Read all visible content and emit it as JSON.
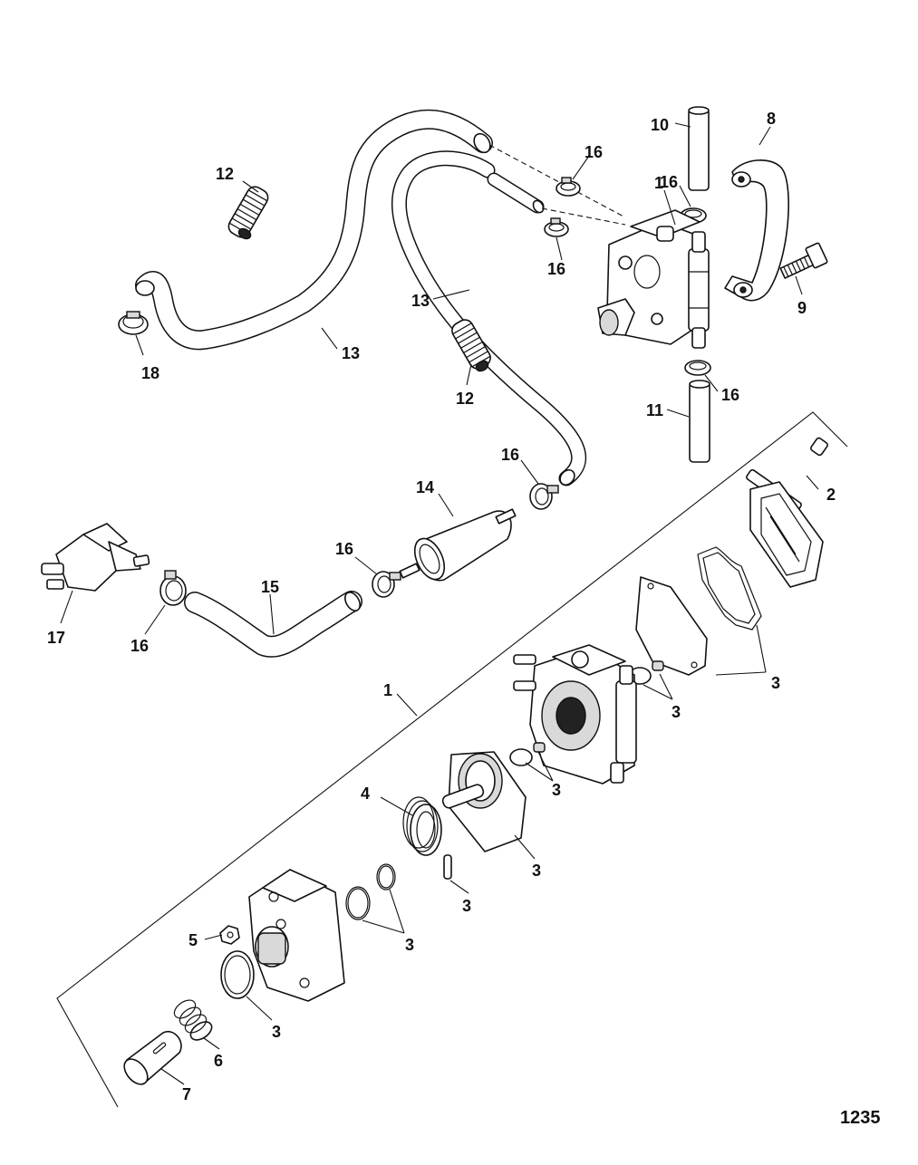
{
  "figure_number": "1235",
  "callouts": {
    "c1_pump": "1",
    "c1_breakdown": "1",
    "c2": "2",
    "c3_cover_gaskets": "3",
    "c3_right_valve": "3",
    "c3_mid_valve": "3",
    "c3_diaphragm": "3",
    "c3_pin": "3",
    "c3_orings": "3",
    "c3_seal": "3",
    "c4": "4",
    "c5": "5",
    "c6": "6",
    "c7": "7",
    "c8": "8",
    "c9": "9",
    "c10": "10",
    "c11": "11",
    "c12_upper": "12",
    "c12_lower": "12",
    "c13_left": "13",
    "c13_right": "13",
    "c14": "14",
    "c15": "15",
    "c16_top": "16",
    "c16_top_right": "16",
    "c16_mid_left": "16",
    "c16_bottom_right": "16",
    "c16_filter_out": "16",
    "c16_filter_in": "16",
    "c16_connector": "16",
    "c17": "17",
    "c18": "18"
  }
}
